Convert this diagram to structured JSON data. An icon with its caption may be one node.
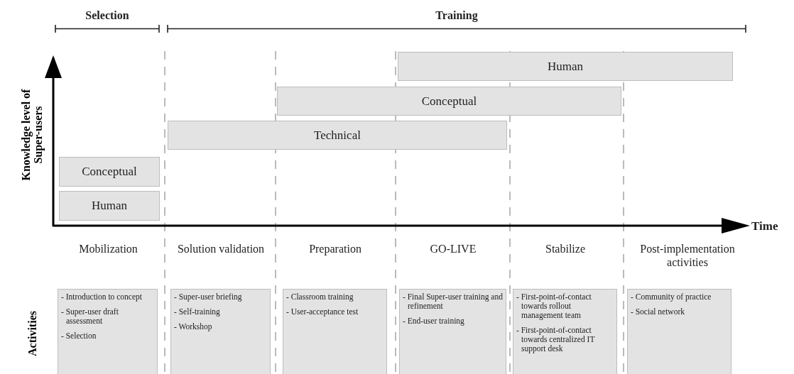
{
  "diagram": {
    "nodes": [
      {
        "text": [
          "Human"
        ]
      },
      {
        "text": [
          "Conceptual"
        ]
      },
      {
        "text": [
          "Technical"
        ]
      },
      {
        "text": [
          "Conceptual"
        ]
      },
      {
        "text": [
          "Human"
        ]
      },
      {
        "text": [
          "- Introduction to concept",
          "- Super-user draft assessment",
          "- Selection"
        ]
      },
      {
        "text": [
          "- Super-user briefing",
          "- Self-training",
          "- Workshop"
        ]
      },
      {
        "text": [
          "- Classroom training",
          "- User-acceptance test"
        ]
      },
      {
        "text": [
          "- Final Super-user training and refinement",
          "- End-user training"
        ]
      },
      {
        "text": [
          "- First-point-of-contact towards rollout management team",
          "- First-point-of-contact towards centralized IT support desk"
        ]
      },
      {
        "text": [
          "- Community of practice",
          "- Social network"
        ]
      }
    ],
    "edges": [],
    "labels": [
      "Selection",
      "Training",
      "Knowledge level of Super-users",
      "Time",
      "Mobilization",
      "Solution validation",
      "Preparation",
      "GO-LIVE",
      "Stabilize",
      "Post-implementation activities",
      "Activities"
    ]
  }
}
